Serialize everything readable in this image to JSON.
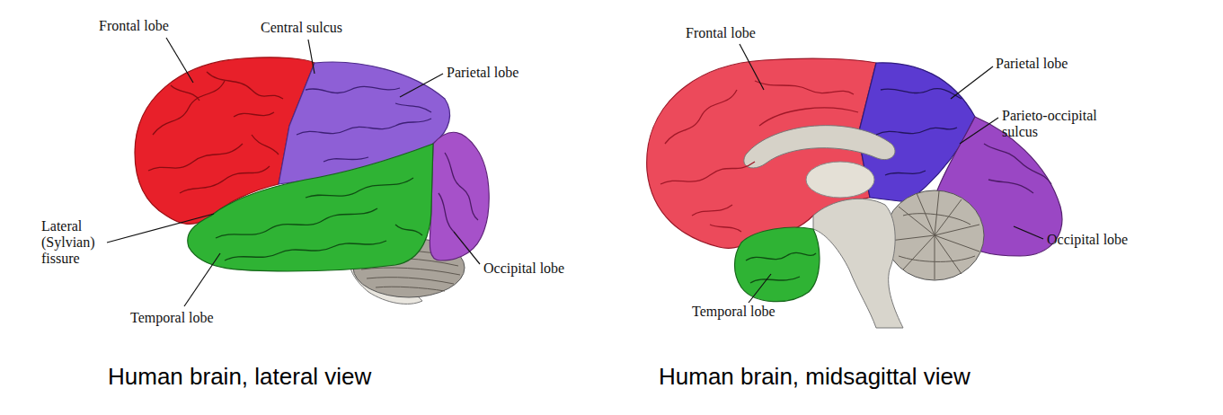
{
  "diagram": {
    "labels": [
      "Frontal lobe",
      "Central sulcus",
      "Parietal lobe",
      "Lateral (Sylvian) fissure",
      "Temporal lobe",
      "Occipital lobe",
      "Frontal lobe",
      "Parietal lobe",
      "Parieto-occipital sulcus",
      "Temporal lobe",
      "Occipital lobe",
      "Human brain, lateral view",
      "Human brain, midsagittal view"
    ]
  }
}
